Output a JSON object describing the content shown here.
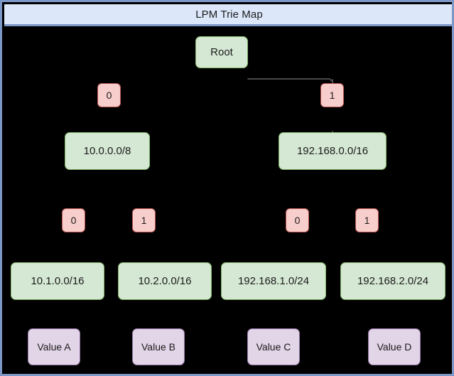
{
  "window": {
    "title": "LPM Trie Map",
    "title_bar_color": "#dce8fa",
    "frame_color": "#7c97c6",
    "canvas_color": "#000000"
  },
  "palette": {
    "node_green_fill": "#d5e8d4",
    "node_green_stroke": "#82b366",
    "badge_pink_fill": "#f8cecc",
    "badge_pink_stroke": "#b85450",
    "value_purple_fill": "#e1d5e7",
    "value_purple_stroke": "#9673a6",
    "edge_color": "#545454"
  },
  "diagram": {
    "type": "trie",
    "root": {
      "label": "Root"
    },
    "bit_labels_level1": [
      {
        "label": "0"
      },
      {
        "label": "1"
      }
    ],
    "prefixes_level1": [
      {
        "label": "10.0.0.0/8"
      },
      {
        "label": "192.168.0.0/16"
      }
    ],
    "bit_labels_level2": [
      {
        "label": "0"
      },
      {
        "label": "1"
      },
      {
        "label": "0"
      },
      {
        "label": "1"
      }
    ],
    "prefixes_level2": [
      {
        "label": "10.1.0.0/16"
      },
      {
        "label": "10.2.0.0/16"
      },
      {
        "label": "192.168.1.0/24"
      },
      {
        "label": "192.168.2.0/24"
      }
    ],
    "values": [
      {
        "label": "Value A"
      },
      {
        "label": "Value B"
      },
      {
        "label": "Value C"
      },
      {
        "label": "Value D"
      }
    ]
  }
}
